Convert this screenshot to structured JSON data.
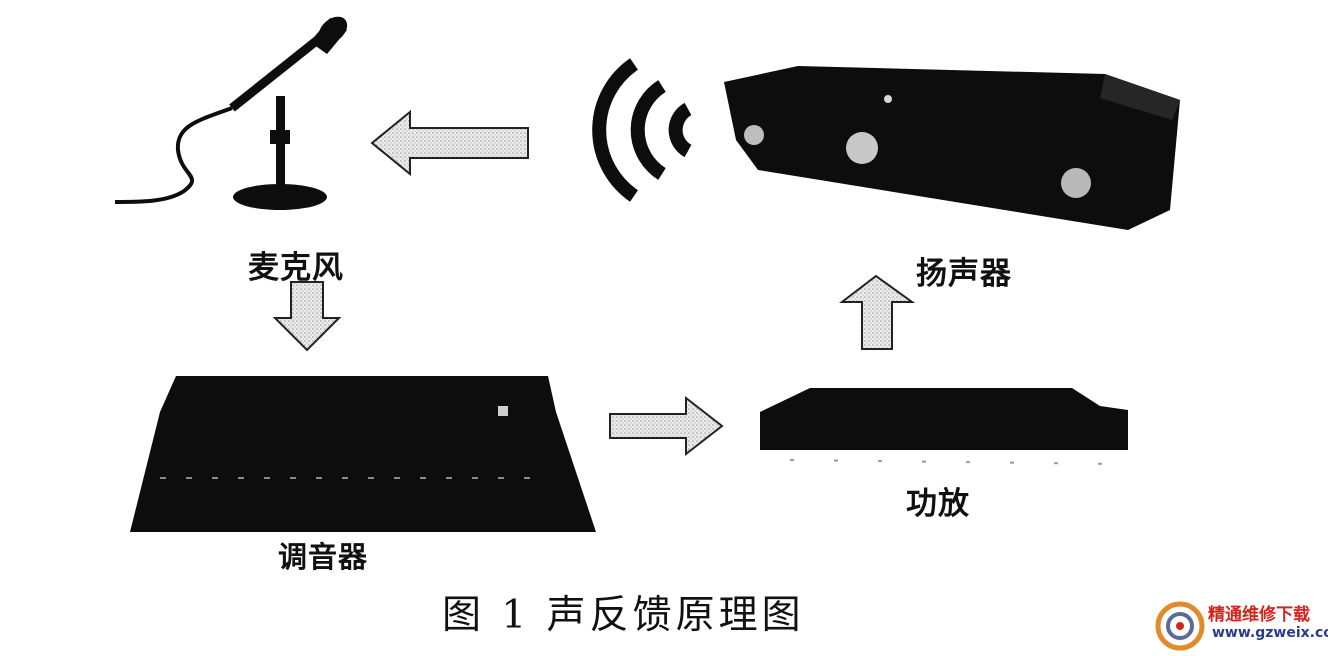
{
  "labels": {
    "microphone": "麦克风",
    "speaker": "扬声器",
    "mixer": "调音器",
    "amplifier": "功放"
  },
  "caption": "图 1   声反馈原理图",
  "watermark": {
    "title": "精通维修下载",
    "url": "www.gzweix.com"
  },
  "colors": {
    "device": "#0d0d0d",
    "arrow_fill": "#d9d9d9",
    "arrow_stroke": "#222222",
    "watermark_red": "#d2261f",
    "watermark_blue": "#2a3c8a"
  }
}
